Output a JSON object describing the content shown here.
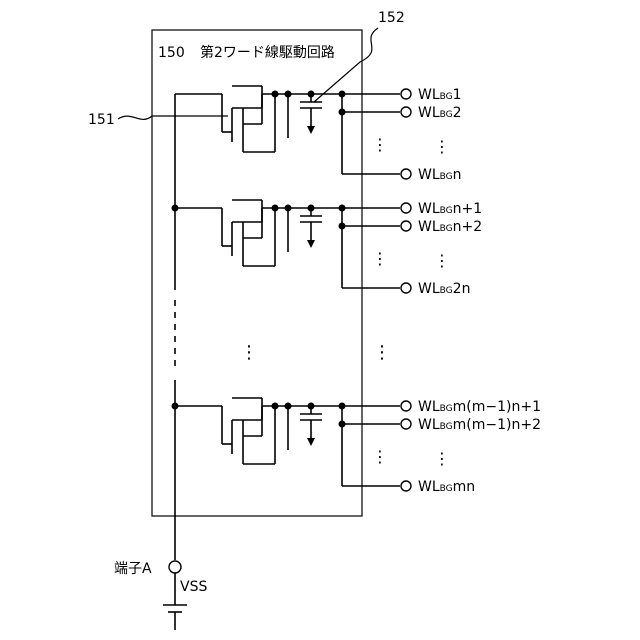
{
  "block": {
    "number": "150",
    "name": "第2ワード線駆動回路"
  },
  "callouts": {
    "transistor": "151",
    "capacitor": "152"
  },
  "outputs": {
    "prefix": "WL",
    "subscript": "BG",
    "labels": [
      "1",
      "2",
      "n",
      "n+1",
      "n+2",
      "2n",
      "m(m−1)n+1",
      "m(m−1)n+2",
      "mn"
    ]
  },
  "terminal": {
    "name": "端子A",
    "voltage": "VSS"
  },
  "ellipsis": "⋮"
}
